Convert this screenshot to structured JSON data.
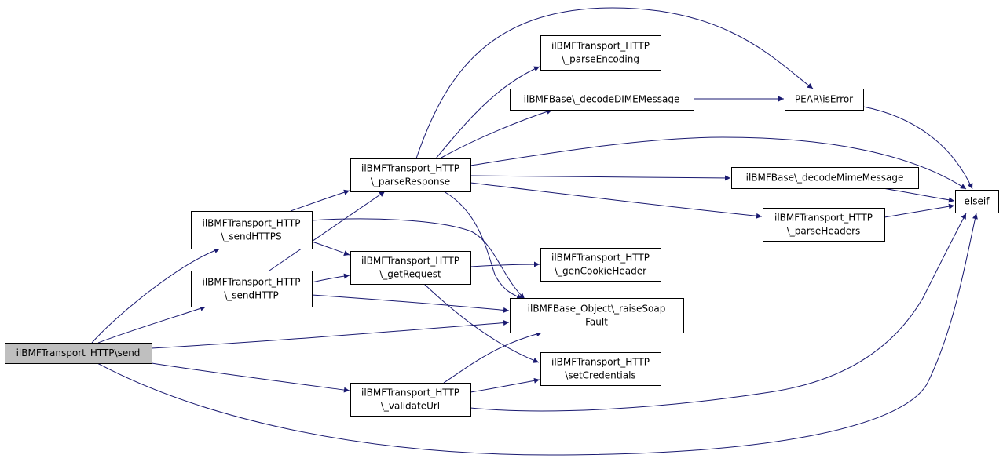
{
  "diagram": {
    "type": "call-graph",
    "colors": {
      "edge": "#191970",
      "node_border": "#000000",
      "node_fill": "#ffffff",
      "root_fill": "#bfbfbf"
    },
    "nodes": {
      "send": {
        "lines": [
          "ilBMFTransport_HTTP\\send"
        ]
      },
      "sendHTTPS": {
        "lines": [
          "ilBMFTransport_HTTP",
          "\\_sendHTTPS"
        ]
      },
      "sendHTTP": {
        "lines": [
          "ilBMFTransport_HTTP",
          "\\_sendHTTP"
        ]
      },
      "parseResponse": {
        "lines": [
          "ilBMFTransport_HTTP",
          "\\_parseResponse"
        ]
      },
      "getRequest": {
        "lines": [
          "ilBMFTransport_HTTP",
          "\\_getRequest"
        ]
      },
      "validateUrl": {
        "lines": [
          "ilBMFTransport_HTTP",
          "\\_validateUrl"
        ]
      },
      "parseEncoding": {
        "lines": [
          "ilBMFTransport_HTTP",
          "\\_parseEncoding"
        ]
      },
      "decodeDIME": {
        "lines": [
          "ilBMFBase\\_decodeDIMEMessage"
        ]
      },
      "genCookie": {
        "lines": [
          "ilBMFTransport_HTTP",
          "\\_genCookieHeader"
        ]
      },
      "raiseSoap": {
        "lines": [
          "ilBMFBase_Object\\_raiseSoap",
          "Fault"
        ]
      },
      "setCred": {
        "lines": [
          "ilBMFTransport_HTTP",
          "\\setCredentials"
        ]
      },
      "pearIsError": {
        "lines": [
          "PEAR\\isError"
        ]
      },
      "decodeMime": {
        "lines": [
          "ilBMFBase\\_decodeMimeMessage"
        ]
      },
      "parseHeaders": {
        "lines": [
          "ilBMFTransport_HTTP",
          "\\_parseHeaders"
        ]
      },
      "elseif": {
        "lines": [
          "elseif"
        ]
      }
    },
    "edges": [
      [
        "send",
        "sendHTTPS"
      ],
      [
        "send",
        "sendHTTP"
      ],
      [
        "send",
        "raiseSoap"
      ],
      [
        "send",
        "validateUrl"
      ],
      [
        "send",
        "elseif"
      ],
      [
        "sendHTTPS",
        "parseResponse"
      ],
      [
        "sendHTTPS",
        "getRequest"
      ],
      [
        "sendHTTPS",
        "raiseSoap"
      ],
      [
        "sendHTTP",
        "parseResponse"
      ],
      [
        "sendHTTP",
        "getRequest"
      ],
      [
        "sendHTTP",
        "raiseSoap"
      ],
      [
        "parseResponse",
        "parseEncoding"
      ],
      [
        "parseResponse",
        "decodeDIME"
      ],
      [
        "parseResponse",
        "pearIsError"
      ],
      [
        "parseResponse",
        "elseif"
      ],
      [
        "parseResponse",
        "decodeMime"
      ],
      [
        "parseResponse",
        "parseHeaders"
      ],
      [
        "parseResponse",
        "raiseSoap"
      ],
      [
        "getRequest",
        "genCookie"
      ],
      [
        "getRequest",
        "setCred"
      ],
      [
        "validateUrl",
        "raiseSoap"
      ],
      [
        "validateUrl",
        "setCred"
      ],
      [
        "validateUrl",
        "elseif"
      ],
      [
        "decodeDIME",
        "pearIsError"
      ],
      [
        "pearIsError",
        "elseif"
      ],
      [
        "decodeMime",
        "elseif"
      ],
      [
        "parseHeaders",
        "elseif"
      ]
    ]
  }
}
